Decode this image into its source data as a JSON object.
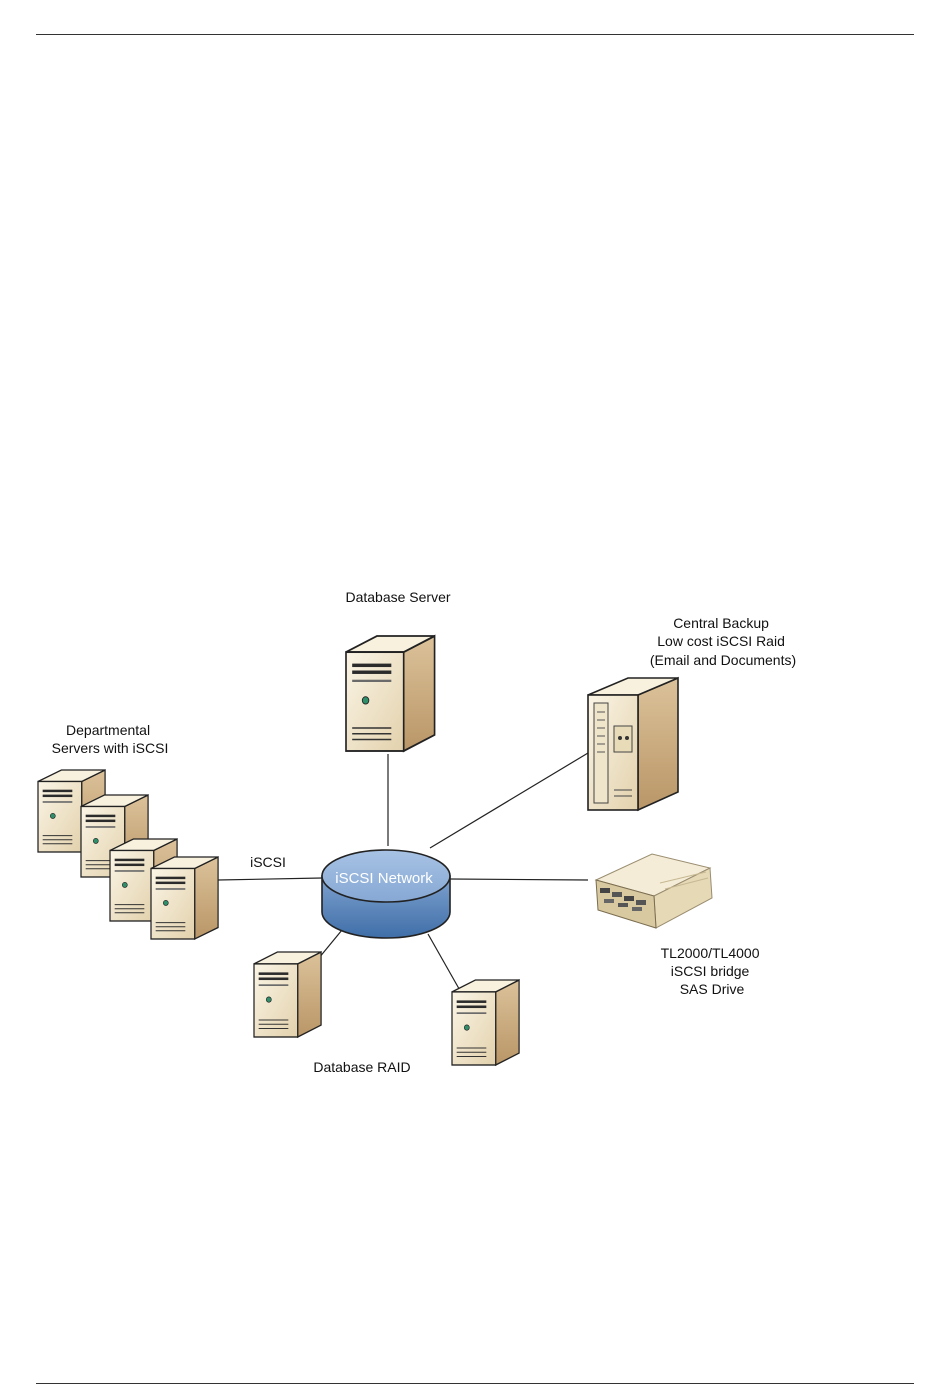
{
  "diagram": {
    "hub": {
      "label": "iSCSI Network"
    },
    "link_label": "iSCSI",
    "nodes": {
      "database_server": {
        "label": [
          "Database Server"
        ]
      },
      "central_backup": {
        "label": [
          "Central Backup",
          "Low cost iSCSI Raid",
          "(Email and Documents)"
        ]
      },
      "departmental": {
        "label": [
          "Departmental",
          "Servers with iSCSI"
        ]
      },
      "tape_library": {
        "label": [
          "TL2000/TL4000",
          "iSCSI bridge",
          "SAS Drive"
        ]
      },
      "database_raid": {
        "label": [
          "Database RAID"
        ]
      }
    }
  },
  "colors": {
    "case_front": "#efe4c8",
    "case_side": "#d2b48a",
    "case_top": "#f7f0dd",
    "hub_top": "#8fb0d8",
    "hub_side": "#4f7fb8",
    "line": "#222222"
  }
}
